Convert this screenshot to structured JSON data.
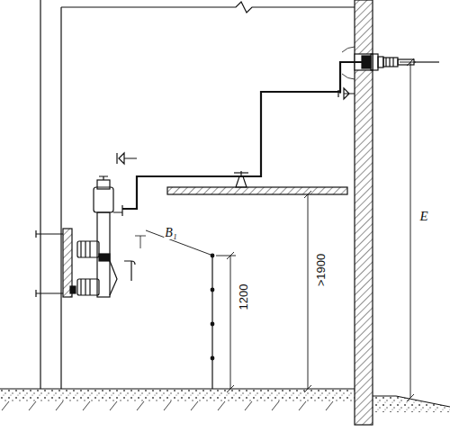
{
  "diagram": {
    "labels": [
      "B₁",
      "1200",
      ">1900",
      "E"
    ]
  }
}
